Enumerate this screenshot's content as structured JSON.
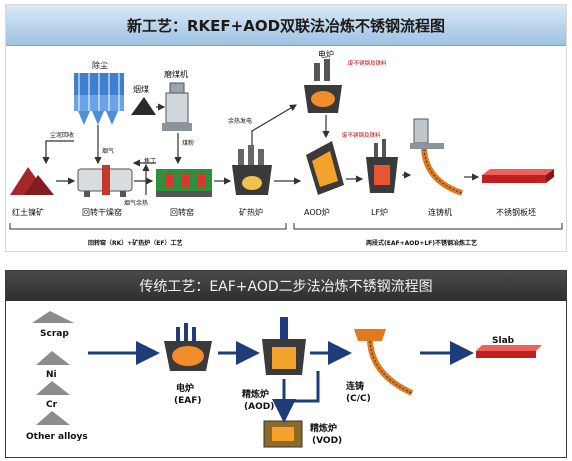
{
  "new_process": {
    "title": "新工艺：RKEF+AOD双联法冶炼不锈钢流程图",
    "nodes": {
      "dust_removal": "除尘",
      "coal": "烟煤",
      "coal_mill": "磨煤机",
      "nickel_ore": "红土镍矿",
      "rotary_dryer": "回转干燥窑",
      "rotary_kiln": "回转窑",
      "ore_furnace": "矿热炉",
      "eaf": "电炉",
      "aod": "AOD炉",
      "lf": "LF炉",
      "caster": "连铸机",
      "slab": "不锈钢板坯"
    },
    "flow_labels": {
      "dust_recovery": "尘泥回收",
      "coal_powder": "煤粉",
      "flue_gas_1": "烟气",
      "coke": "焦丁",
      "flue_gas_heat": "烟气余热",
      "waste_heat_power": "余热发电",
      "scrap_top": "废不锈钢及铁料",
      "scrap_mid": "废不锈钢及铁料"
    },
    "section_labels": {
      "left": "回转窑（RK）+矿热炉（EF）工艺",
      "right": "两段式(EAF+AOD+LF)不锈钢冶炼工艺"
    }
  },
  "traditional_process": {
    "title": "传统工艺：EAF+AOD二步法冶炼不锈钢流程图",
    "inputs": [
      "Scrap",
      "Ni",
      "Cr",
      "Other alloys"
    ],
    "steps": {
      "eaf_cn": "电炉",
      "eaf_en": "(EAF)",
      "aod_cn": "精炼炉",
      "aod_en": "(AOD)",
      "vod_cn": "精炼炉",
      "vod_en": "(VOD)",
      "cc_cn": "连铸",
      "cc_en": "(C/C)",
      "slab": "Slab"
    }
  }
}
